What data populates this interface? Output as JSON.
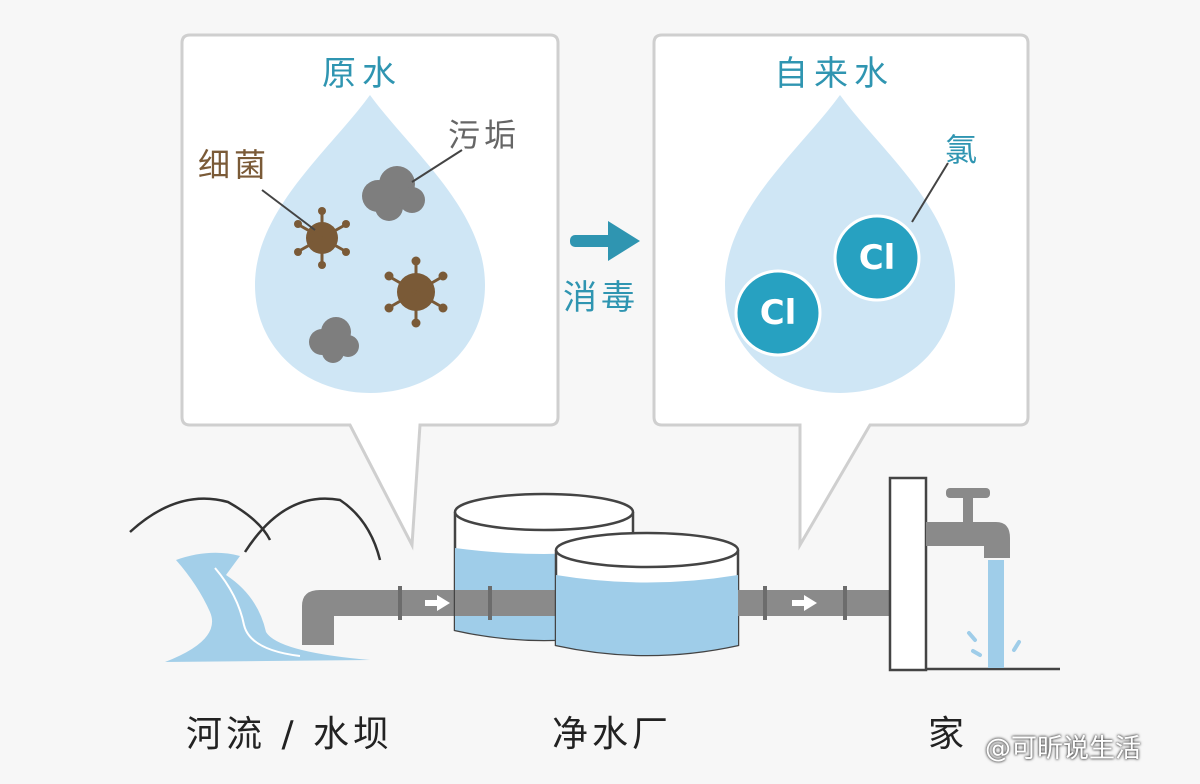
{
  "raw_panel": {
    "title": "原水",
    "bacteria_label": "细菌",
    "dirt_label": "污垢"
  },
  "process": {
    "label": "消毒"
  },
  "tap_panel": {
    "title": "自来水",
    "chlorine_label": "氯",
    "atom_symbol": "Cl"
  },
  "stages": {
    "source": "河流 / 水坝",
    "plant": "净水厂",
    "home": "家"
  },
  "watermark": "@可昕说生活",
  "colors": {
    "accent": "#2f95b1",
    "drop": "#cfe6f5",
    "bacteria": "#7a5a37",
    "dirt": "#7e7e7e",
    "pipe": "#8a8a8a",
    "water": "#9fcde9"
  }
}
